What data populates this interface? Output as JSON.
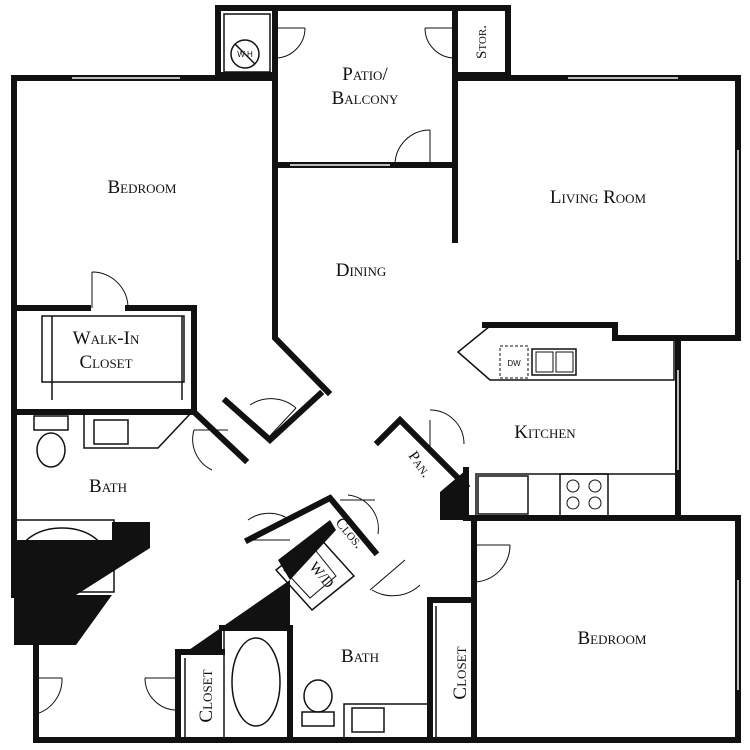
{
  "rooms": {
    "patio_line1": "Patio/",
    "patio_line2": "Balcony",
    "storage": "Stor.",
    "water_heater": "W H",
    "bedroom_1": "Bedroom",
    "living_room": "Living Room",
    "dining": "Dining",
    "walkin_line1": "Walk-In",
    "walkin_line2": "Closet",
    "kitchen": "Kitchen",
    "pantry": "Pan.",
    "dishwasher": "DW",
    "bath_1": "Bath",
    "closet_small": "Clos.",
    "washer_dryer": "W/D",
    "bath_2": "Bath",
    "closet_left": "Closet",
    "closet_right": "Closet",
    "bedroom_2": "Bedroom"
  }
}
